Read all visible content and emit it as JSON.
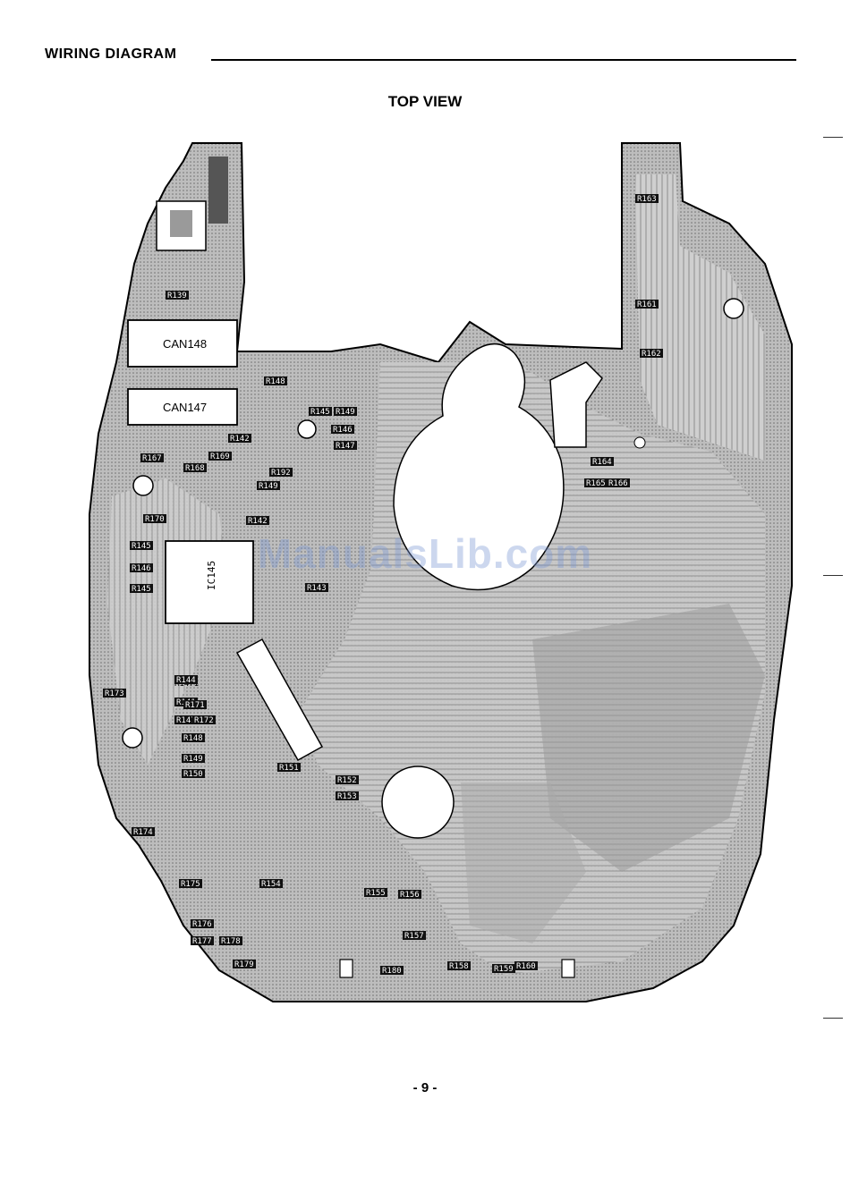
{
  "header": {
    "title": "WIRING DIAGRAM"
  },
  "subtitle": "TOP VIEW",
  "page_number": "- 9 -",
  "watermark": "ManualsLib.com",
  "labels": {
    "can148": "CAN148",
    "can147": "CAN147",
    "ic145": "IC145",
    "r1471": "R1471"
  },
  "components": [
    "R139",
    "R148",
    "R145",
    "R146",
    "R147",
    "R149",
    "R142",
    "R192",
    "R149",
    "R142",
    "R143",
    "R145",
    "R146",
    "R145",
    "R144",
    "R141",
    "R147",
    "R148",
    "R149",
    "R150",
    "R151",
    "R152",
    "R153",
    "R154",
    "R155",
    "R156",
    "R157",
    "R158",
    "R159",
    "R160",
    "R161",
    "R162",
    "R163",
    "R164",
    "R165",
    "R166",
    "R167",
    "R168",
    "R169",
    "R170",
    "R171",
    "R172",
    "R173",
    "R174",
    "R175",
    "R176",
    "R177",
    "R178",
    "R179",
    "R180"
  ],
  "colors": {
    "ink": "#000000",
    "pcb_fill": "#b8b8b8",
    "pcb_dark": "#7a7a7a",
    "watermark": "#7896d2"
  }
}
